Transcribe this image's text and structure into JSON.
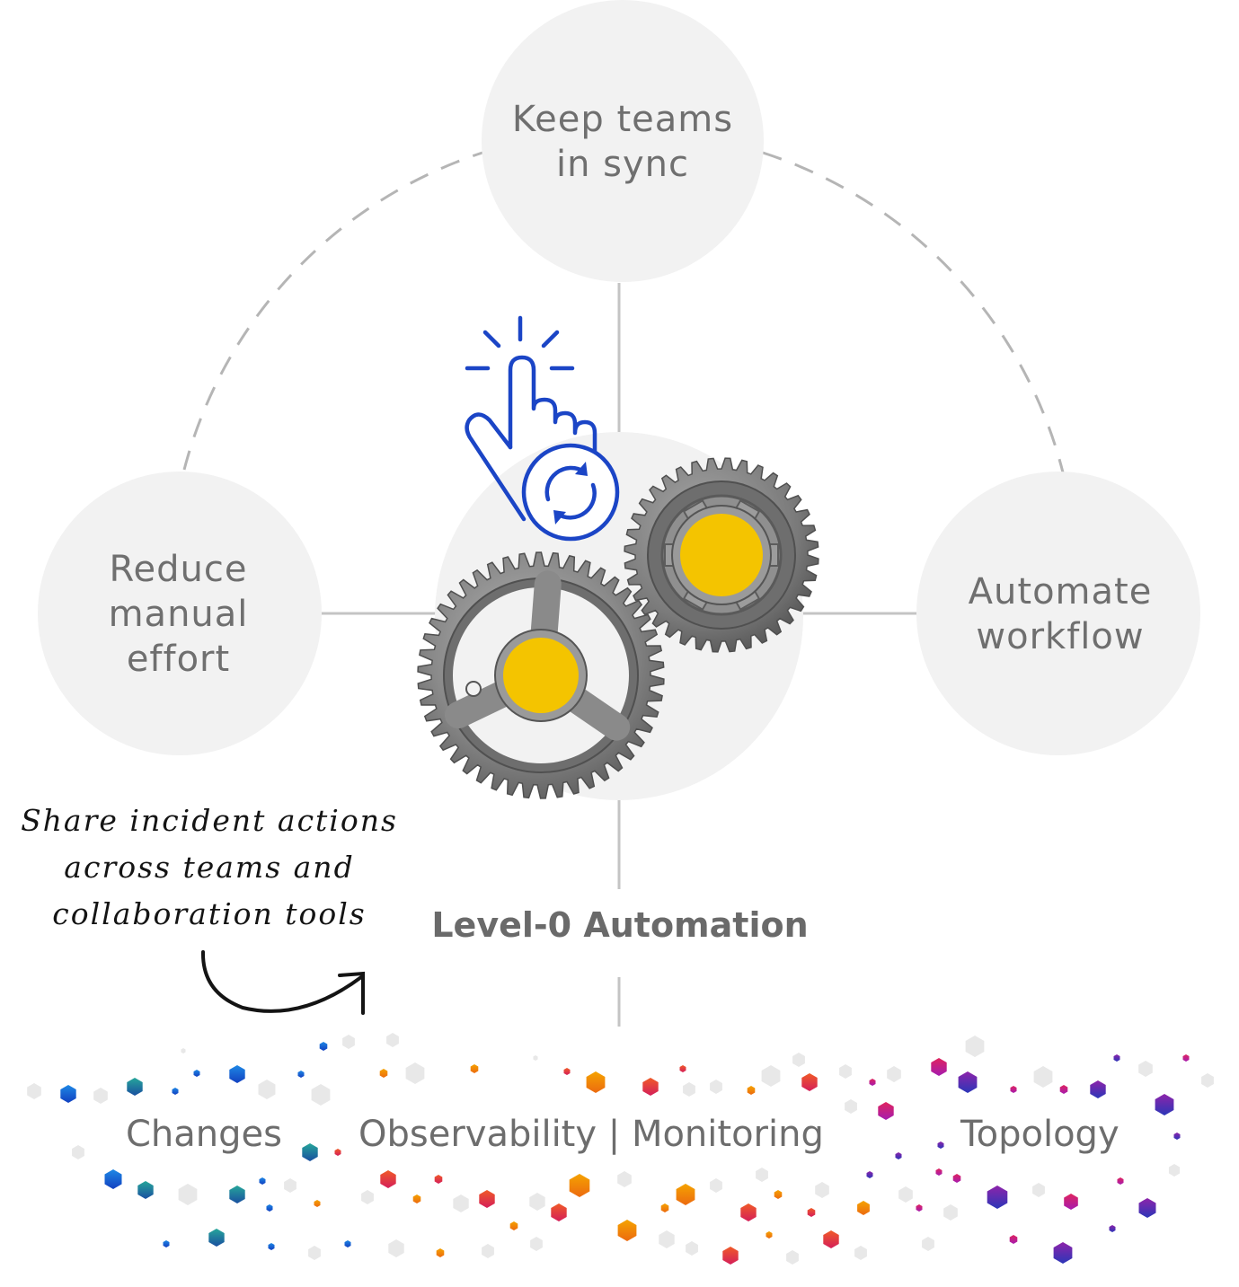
{
  "nodes": {
    "top": [
      "Keep teams",
      "in sync"
    ],
    "left": [
      "Reduce",
      "manual",
      "effort"
    ],
    "right": [
      "Automate",
      "workflow"
    ]
  },
  "title": "Level-0 Automation",
  "annotation": [
    "Share incident actions",
    "across teams and",
    "collaboration tools"
  ],
  "sources": {
    "changes": "Changes",
    "observability": "Observability | Monitoring",
    "topology": "Topology"
  },
  "colors": {
    "circle_fill": "#f2f2f2",
    "connector": "#c6c6c6",
    "dashed_arc": "#b8b8b8",
    "hand_icon": "#1b45c6",
    "gear_metal": "#8c8c8c",
    "gear_hub": "#f4c400",
    "palette": [
      "#1565d8",
      "#1f8a78",
      "#f28a00",
      "#e0245e",
      "#a51cb0",
      "#4b2bb8",
      "#e6e6e6"
    ]
  },
  "icons": [
    "click-hand-icon",
    "refresh-icon",
    "gear-icon"
  ]
}
